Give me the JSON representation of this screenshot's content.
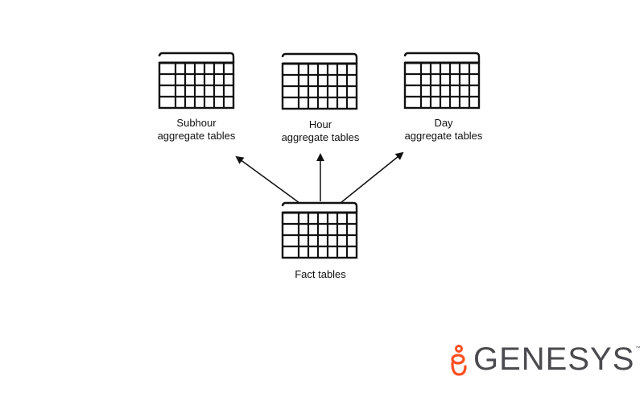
{
  "nodes": {
    "subhour": {
      "line1": "Subhour",
      "line2": "aggregate tables"
    },
    "hour": {
      "line1": "Hour",
      "line2": "aggregate tables"
    },
    "day": {
      "line1": "Day",
      "line2": "aggregate tables"
    },
    "fact": {
      "line1": "Fact tables"
    }
  },
  "edges": [
    {
      "from": "fact",
      "to": "subhour"
    },
    {
      "from": "fact",
      "to": "hour"
    },
    {
      "from": "fact",
      "to": "day"
    }
  ],
  "logo": {
    "text": "GENESYS",
    "tm": "™",
    "icon": "genesys-logo-icon",
    "color_accent": "#ff4f1f",
    "color_text": "#4a4a4f"
  },
  "colors": {
    "stroke": "#111111",
    "background": "#ffffff"
  }
}
